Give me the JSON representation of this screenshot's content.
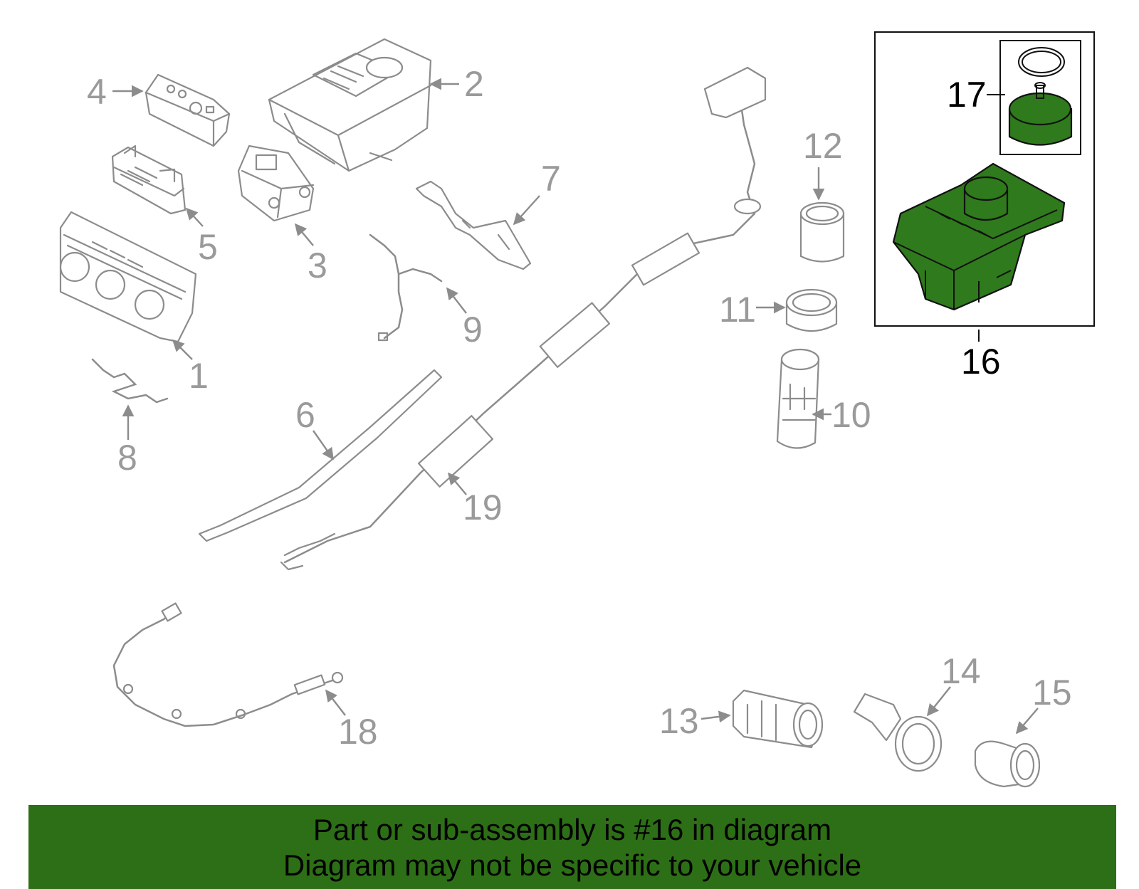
{
  "callouts": {
    "c1": "1",
    "c2": "2",
    "c3": "3",
    "c4": "4",
    "c5": "5",
    "c6": "6",
    "c7": "7",
    "c8": "8",
    "c9": "9",
    "c10": "10",
    "c11": "11",
    "c12": "12",
    "c13": "13",
    "c14": "14",
    "c15": "15",
    "c16": "16",
    "c17": "17",
    "c18": "18",
    "c19": "19"
  },
  "highlight": {
    "part_number": "16",
    "color": "#2f7a1c"
  },
  "banner": {
    "line1": "Part or sub-assembly is #16 in diagram",
    "line2": "Diagram may not be specific to your vehicle",
    "background": "#2d6f16"
  }
}
